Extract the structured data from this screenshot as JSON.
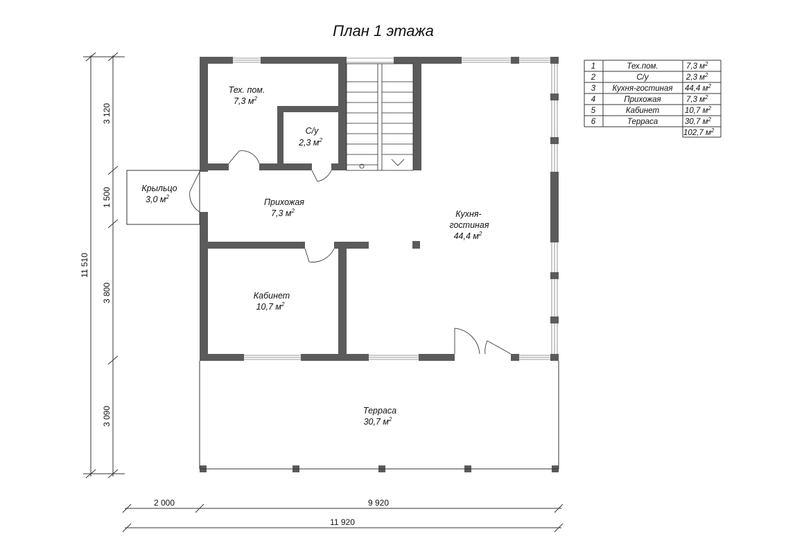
{
  "title": "План 1 этажа",
  "rooms": {
    "tech": {
      "name": "Тех. пом.",
      "area": "7,3 м"
    },
    "wc": {
      "name": "С/у",
      "area": "2,3 м"
    },
    "porch": {
      "name": "Крыльцо",
      "area": "3,0 м"
    },
    "hall": {
      "name": "Прихожая",
      "area": "7,3 м"
    },
    "kitchen": {
      "name1": "Кухня-",
      "name2": "гостиная",
      "area": "44,4 м"
    },
    "office": {
      "name": "Кабинет",
      "area": "10,7 м"
    },
    "terrace": {
      "name": "Терраса",
      "area": "30,7 м"
    }
  },
  "superscript": "2",
  "dimensions": {
    "left": [
      "3 120",
      "1 500",
      "3 800",
      "3 090"
    ],
    "left_total": "11 510",
    "bottom": [
      "2 000",
      "9 920"
    ],
    "bottom_total": "11 920"
  },
  "legend": {
    "rows": [
      {
        "num": "1",
        "name": "Тех.пом.",
        "area": "7,3 м"
      },
      {
        "num": "2",
        "name": "С/у",
        "area": "2,3 м"
      },
      {
        "num": "3",
        "name": "Кухня-гостиная",
        "area": "44,4 м"
      },
      {
        "num": "4",
        "name": "Прихожая",
        "area": "7,3 м"
      },
      {
        "num": "5",
        "name": "Кабинет",
        "area": "10,7 м"
      },
      {
        "num": "6",
        "name": "Терраса",
        "area": "30,7 м"
      }
    ],
    "total": "102,7 м"
  }
}
